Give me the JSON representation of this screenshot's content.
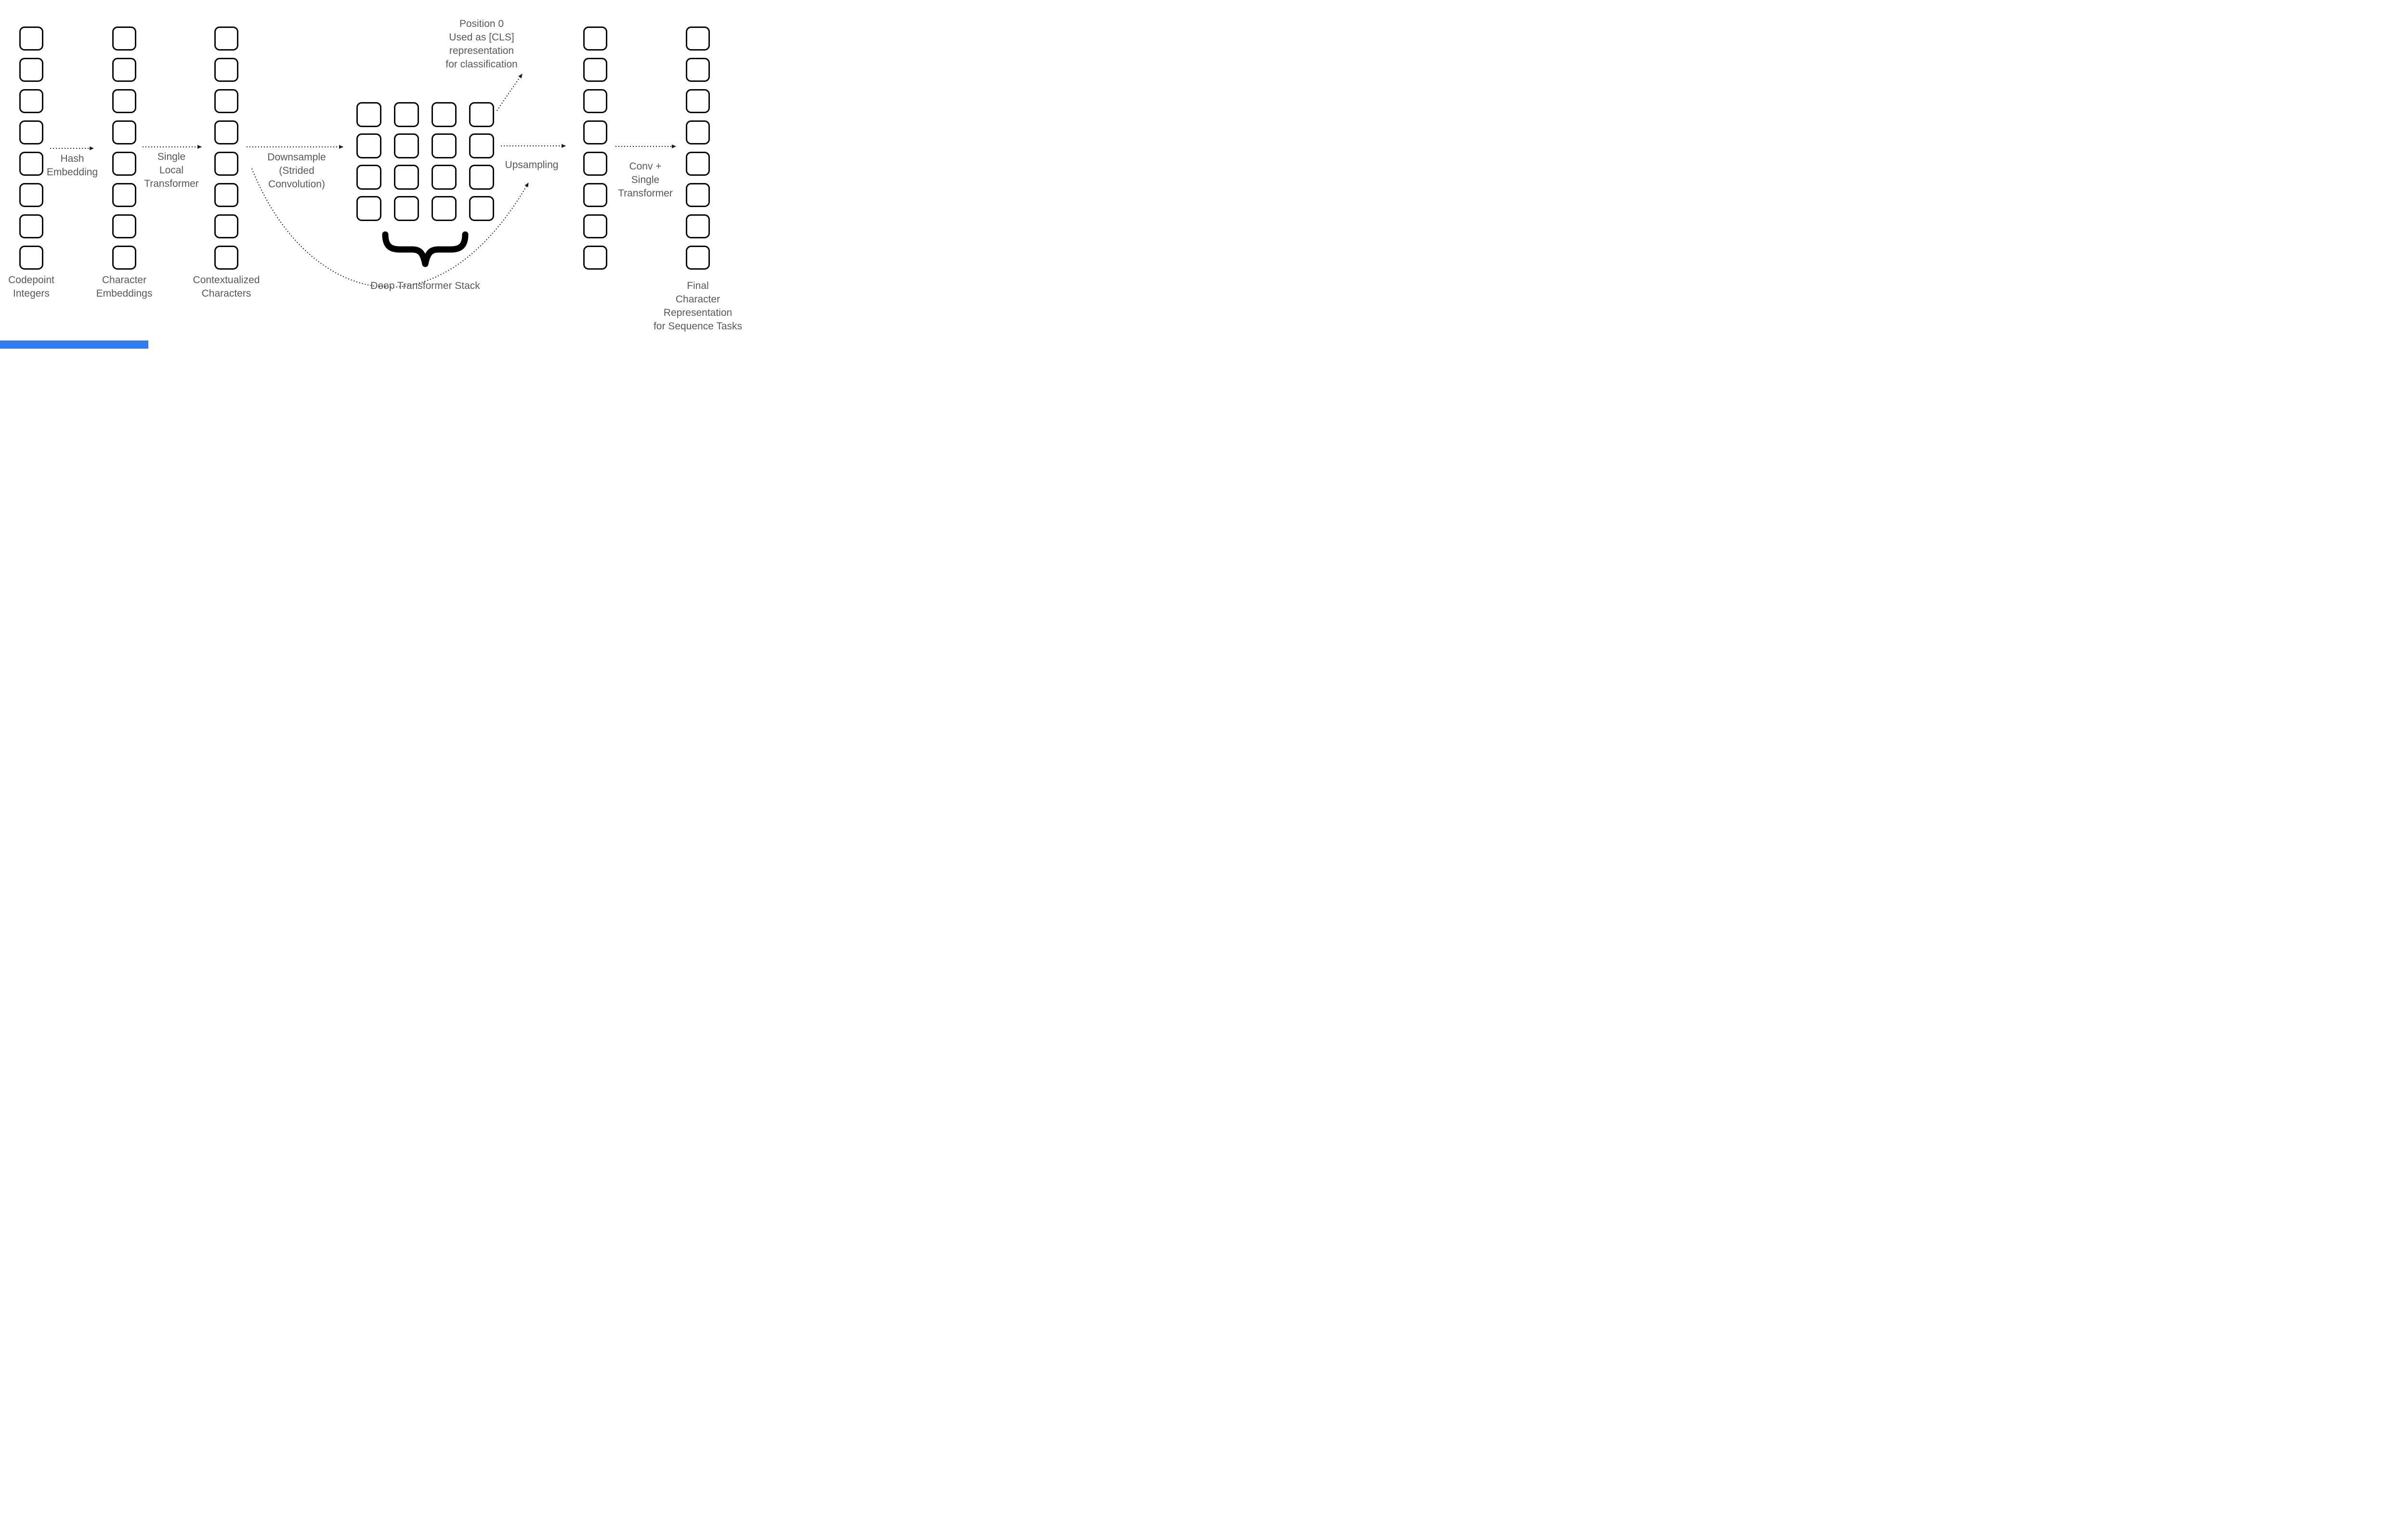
{
  "diagram": {
    "labels": {
      "codepoint": "Codepoint\nIntegers",
      "hash": "Hash\nEmbedding",
      "char_embed": "Character\nEmbeddings",
      "local_transformer": "Single\nLocal\nTransformer",
      "contextualized": "Contextualized\nCharacters",
      "downsample": "Downsample\n(Strided\nConvolution)",
      "cls_note": "Position 0\nUsed as [CLS]\nrepresentation\nfor classification",
      "deep_stack": "Deep Transformer Stack",
      "upsampling": "Upsampling",
      "conv_transformer": "Conv +\nSingle\nTransformer",
      "final": "Final\nCharacter\nRepresentation\nfor Sequence Tasks"
    },
    "structure": {
      "token_columns": 5,
      "boxes_per_column": 8,
      "grid_rows": 4,
      "grid_cols": 4
    },
    "colors": {
      "box_border": "#0a0a0a",
      "label_text": "#57585a",
      "arrow": "#1a1a1a",
      "background": "#ffffff",
      "accent_bar": "#2e7cf6"
    }
  }
}
